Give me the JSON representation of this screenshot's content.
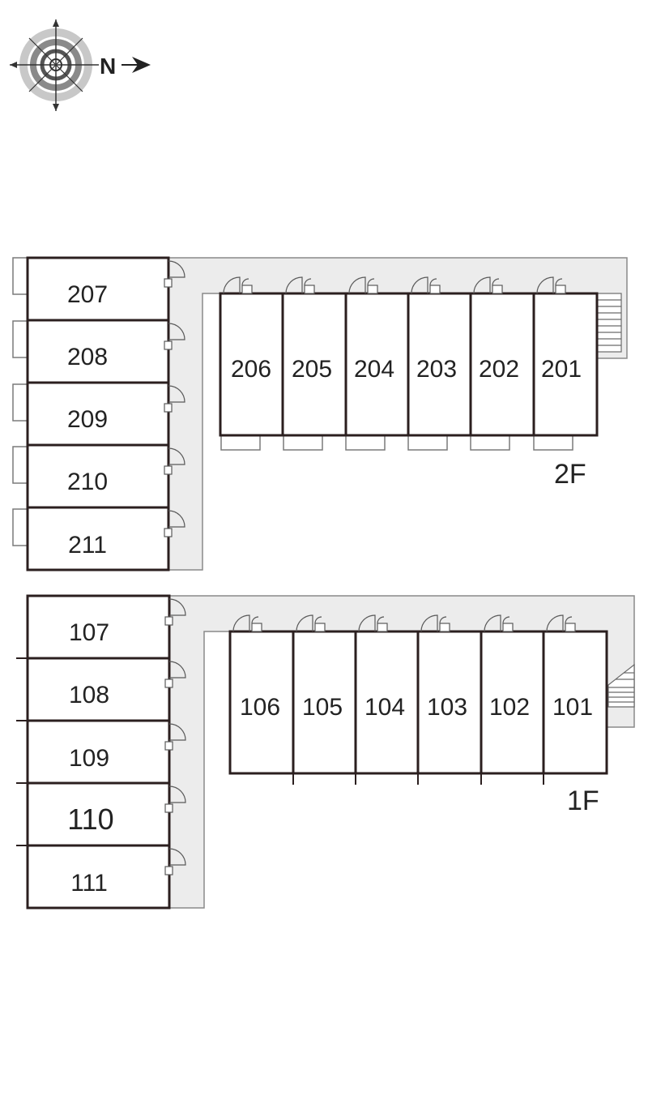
{
  "compass": {
    "north_label": "N"
  },
  "floor2": {
    "label": "2F",
    "left_units": [
      "207",
      "208",
      "209",
      "210",
      "211"
    ],
    "row_units": [
      "206",
      "205",
      "204",
      "203",
      "202",
      "201"
    ]
  },
  "floor1": {
    "label": "1F",
    "left_units": [
      "107",
      "108",
      "109",
      "110",
      "111"
    ],
    "row_units": [
      "106",
      "105",
      "104",
      "103",
      "102",
      "101"
    ]
  },
  "colors": {
    "wall": "#2b1f1f",
    "corridor": "#ececec"
  }
}
